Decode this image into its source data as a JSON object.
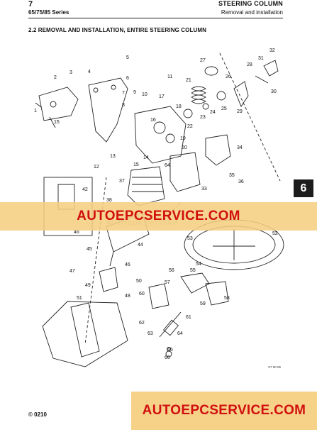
{
  "header": {
    "chapter": "7",
    "series": "65/75/85 Series",
    "title": "STEERING COLUMN",
    "subtitle": "Removal and installation"
  },
  "section": {
    "heading": "2.2   REMOVAL AND INSTALLATION, ENTIRE STEERING COLUMN"
  },
  "chapter_tab": "6",
  "diagram": {
    "callouts": [
      "1",
      "2",
      "3",
      "4",
      "5",
      "6",
      "7",
      "8",
      "9",
      "10",
      "11",
      "12",
      "13",
      "14",
      "15",
      "15",
      "16",
      "17",
      "18",
      "19",
      "20",
      "21",
      "22",
      "23",
      "24",
      "25",
      "26",
      "27",
      "28",
      "29",
      "30",
      "31",
      "32",
      "33",
      "34",
      "35",
      "36",
      "37",
      "38",
      "42",
      "44",
      "45",
      "46",
      "46",
      "47",
      "48",
      "49",
      "50",
      "51",
      "52",
      "53",
      "54",
      "55",
      "56",
      "57",
      "58",
      "59",
      "60",
      "61",
      "62",
      "63",
      "64",
      "64",
      "65",
      "66"
    ],
    "figure_ref": "X7 00 06",
    "watermark_text": "autoepcservice"
  },
  "banners": {
    "top": "AUTOEPCSERVICE.COM",
    "bottom": "AUTOEPCSERVICE.COM"
  },
  "footer": {
    "copyright": "© 0210"
  }
}
